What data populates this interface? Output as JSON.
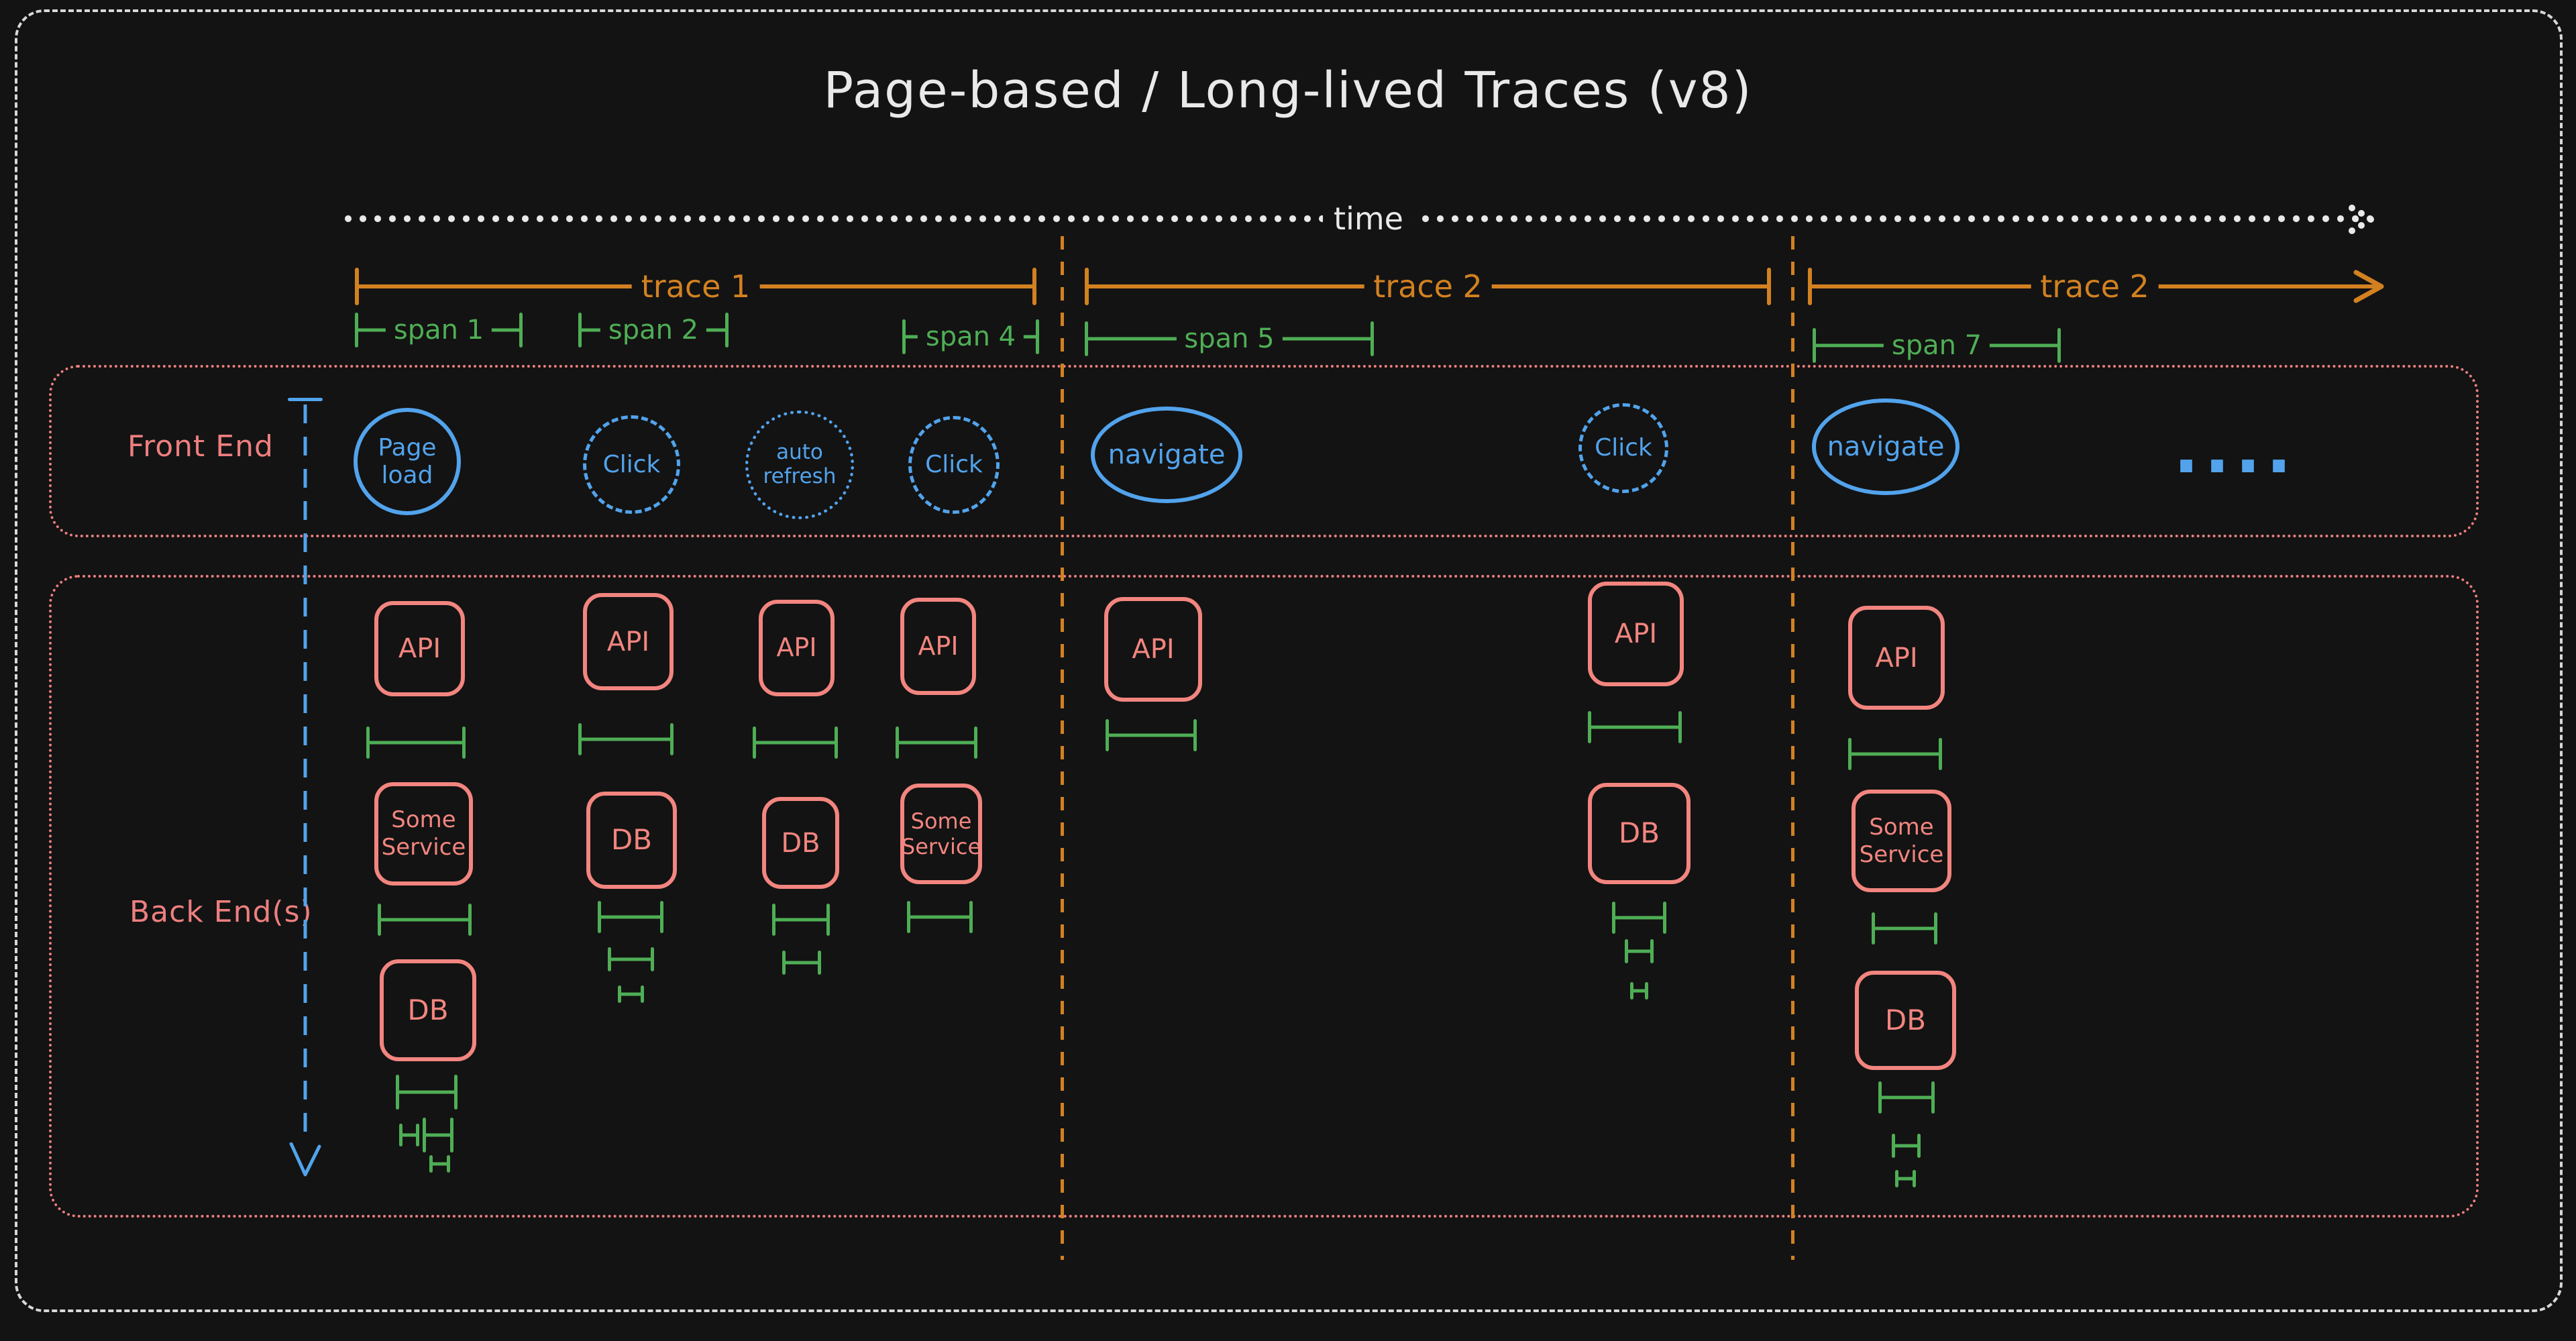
{
  "title": "Page-based / Long-lived Traces (v8)",
  "timeline": {
    "label": "time"
  },
  "traces": [
    {
      "label": "trace 1"
    },
    {
      "label": "trace 2"
    },
    {
      "label": "trace 2"
    }
  ],
  "spans": [
    {
      "label": "span 1"
    },
    {
      "label": "span 2"
    },
    {
      "label": "span 4"
    },
    {
      "label": "span 5"
    },
    {
      "label": "span 7"
    }
  ],
  "lanes": {
    "front_end": {
      "label": "Front End"
    },
    "back_end": {
      "label": "Back End(s)"
    }
  },
  "front_end_nodes": [
    {
      "label": "Page load",
      "border": "solid"
    },
    {
      "label": "Click",
      "border": "dashed"
    },
    {
      "label": "auto refresh",
      "border": "dotted"
    },
    {
      "label": "Click",
      "border": "dashed"
    },
    {
      "label": "navigate",
      "border": "solid"
    },
    {
      "label": "Click",
      "border": "dashed"
    },
    {
      "label": "navigate",
      "border": "solid"
    },
    {
      "label": "....",
      "border": "none"
    }
  ],
  "back_end_columns": [
    {
      "boxes": [
        {
          "label": "API"
        },
        {
          "label": "Some Service"
        },
        {
          "label": "DB"
        }
      ]
    },
    {
      "boxes": [
        {
          "label": "API"
        },
        {
          "label": "DB"
        }
      ]
    },
    {
      "boxes": [
        {
          "label": "API"
        },
        {
          "label": "DB"
        }
      ]
    },
    {
      "boxes": [
        {
          "label": "API"
        },
        {
          "label": "Some Service"
        }
      ]
    },
    {
      "boxes": [
        {
          "label": "API"
        }
      ]
    },
    {
      "boxes": [
        {
          "label": "API"
        },
        {
          "label": "DB"
        }
      ]
    },
    {
      "boxes": [
        {
          "label": "API"
        },
        {
          "label": "Some Service"
        },
        {
          "label": "DB"
        }
      ]
    }
  ],
  "colors": {
    "background": "#131313",
    "white": "#e9e9e9",
    "orange": "#d28121",
    "green": "#4fae55",
    "salmon": "#f2857f",
    "pink": "#ee7f7f",
    "blue": "#52a3ec"
  }
}
